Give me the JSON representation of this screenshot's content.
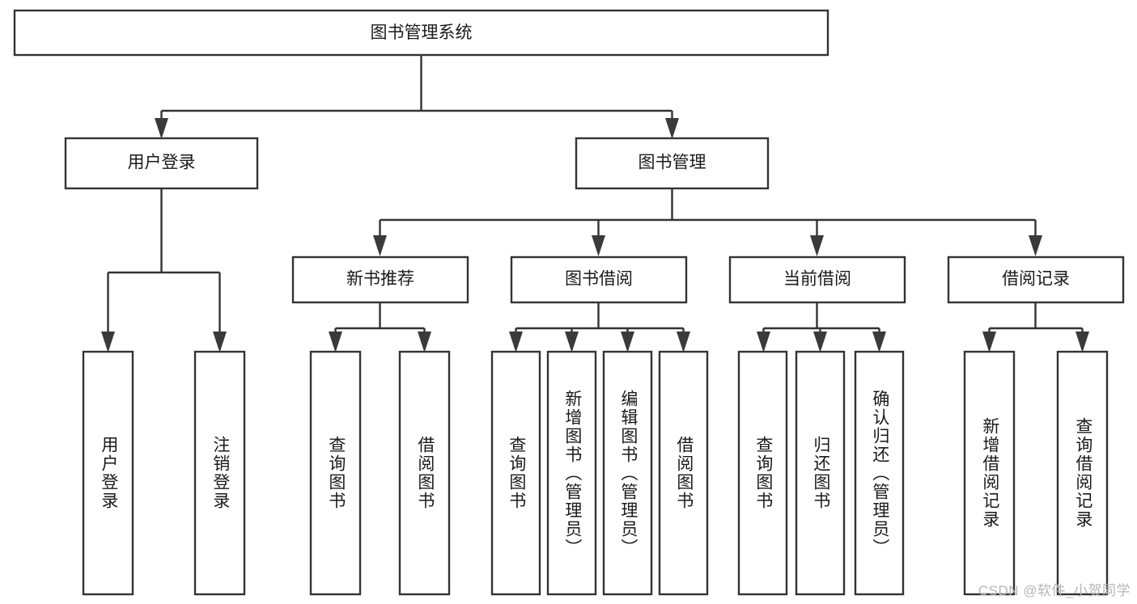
{
  "diagram": {
    "title": "图书管理系统",
    "type": "tree",
    "watermark": "CSDN @软件_小贺同学",
    "root": {
      "id": "root",
      "label": "图书管理系统",
      "orientation": "horizontal"
    },
    "level1": [
      {
        "id": "user-login",
        "label": "用户登录",
        "orientation": "horizontal"
      },
      {
        "id": "book-manage",
        "label": "图书管理",
        "orientation": "horizontal"
      }
    ],
    "level2": [
      {
        "id": "new-book-recommend",
        "label": "新书推荐",
        "parent": "book-manage",
        "orientation": "horizontal"
      },
      {
        "id": "book-borrow",
        "label": "图书借阅",
        "parent": "book-manage",
        "orientation": "horizontal"
      },
      {
        "id": "current-borrow",
        "label": "当前借阅",
        "parent": "book-manage",
        "orientation": "horizontal"
      },
      {
        "id": "borrow-record",
        "label": "借阅记录",
        "parent": "book-manage",
        "orientation": "horizontal"
      }
    ],
    "leaves": [
      {
        "id": "leaf-user-login",
        "label": "用户登录",
        "parent": "user-login",
        "orientation": "vertical"
      },
      {
        "id": "leaf-user-logout",
        "label": "注销登录",
        "parent": "user-login",
        "orientation": "vertical"
      },
      {
        "id": "leaf-query-book-1",
        "label": "查询图书",
        "parent": "new-book-recommend",
        "orientation": "vertical"
      },
      {
        "id": "leaf-borrow-book-1",
        "label": "借阅图书",
        "parent": "new-book-recommend",
        "orientation": "vertical"
      },
      {
        "id": "leaf-query-book-2",
        "label": "查询图书",
        "parent": "book-borrow",
        "orientation": "vertical"
      },
      {
        "id": "leaf-add-book",
        "label": "新增图书（管理员）",
        "parent": "book-borrow",
        "orientation": "vertical"
      },
      {
        "id": "leaf-edit-book",
        "label": "编辑图书（管理员）",
        "parent": "book-borrow",
        "orientation": "vertical"
      },
      {
        "id": "leaf-borrow-book-2",
        "label": "借阅图书",
        "parent": "book-borrow",
        "orientation": "vertical"
      },
      {
        "id": "leaf-query-book-3",
        "label": "查询图书",
        "parent": "current-borrow",
        "orientation": "vertical"
      },
      {
        "id": "leaf-return-book",
        "label": "归还图书",
        "parent": "current-borrow",
        "orientation": "vertical"
      },
      {
        "id": "leaf-confirm-return",
        "label": "确认归还（管理员）",
        "parent": "current-borrow",
        "orientation": "vertical"
      },
      {
        "id": "leaf-add-record",
        "label": "新增借阅记录",
        "parent": "borrow-record",
        "orientation": "vertical"
      },
      {
        "id": "leaf-query-record",
        "label": "查询借阅记录",
        "parent": "borrow-record",
        "orientation": "vertical"
      }
    ],
    "colors": {
      "box_stroke": "#333333",
      "box_fill": "#ffffff",
      "text": "#1a1a1a",
      "connector": "#333333",
      "watermark": "#b6b6b6",
      "background": "#ffffff"
    }
  }
}
